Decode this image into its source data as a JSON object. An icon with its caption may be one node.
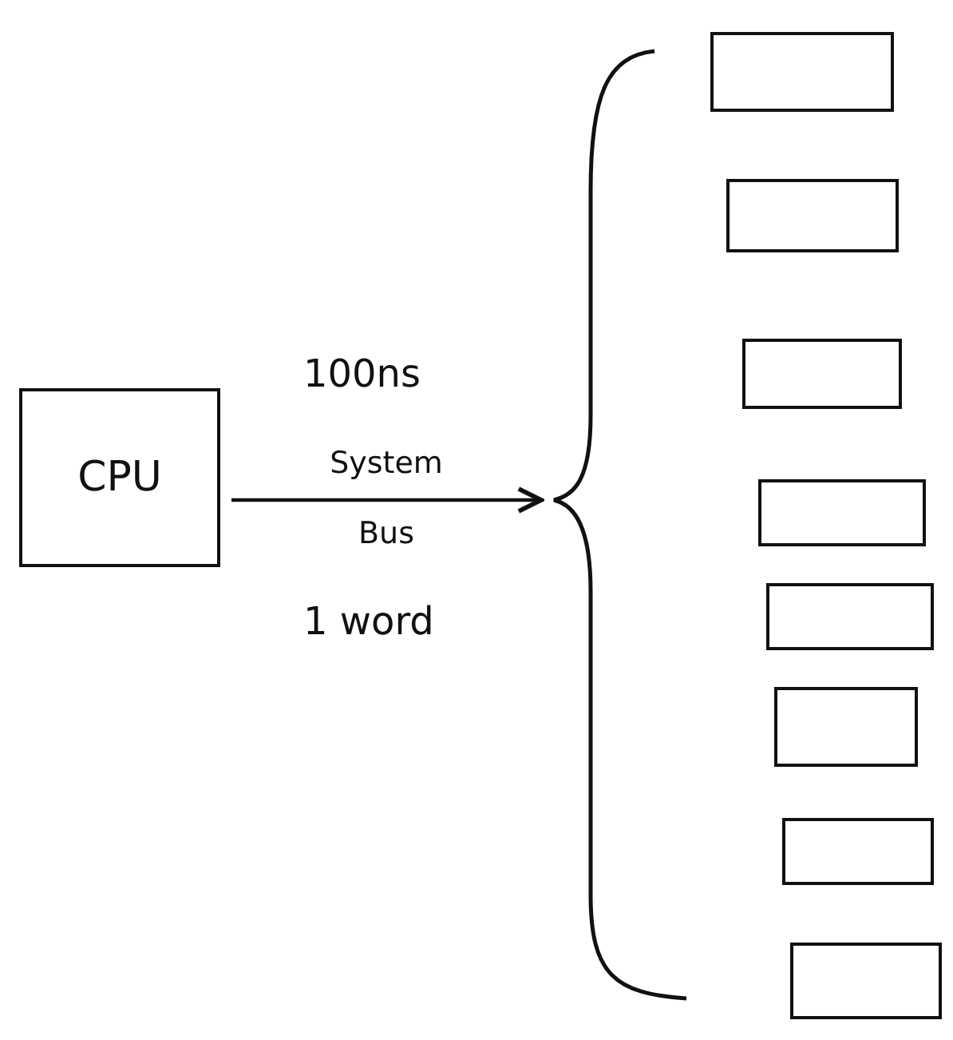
{
  "diagram": {
    "nodes": [
      {
        "text": [
          "CPU"
        ]
      },
      {
        "text": [],
        "shape": "brace"
      },
      {
        "text": [],
        "shape": "box"
      },
      {
        "text": [],
        "shape": "box"
      },
      {
        "text": [],
        "shape": "box"
      },
      {
        "text": [],
        "shape": "box"
      },
      {
        "text": [],
        "shape": "box"
      },
      {
        "text": [],
        "shape": "box"
      },
      {
        "text": [],
        "shape": "box"
      },
      {
        "text": [],
        "shape": "box"
      }
    ],
    "edges": [
      {
        "from": 0,
        "to": 1,
        "arrow": "to",
        "label": "System Bus"
      }
    ],
    "labels": [
      "100ns",
      "1 word"
    ]
  }
}
